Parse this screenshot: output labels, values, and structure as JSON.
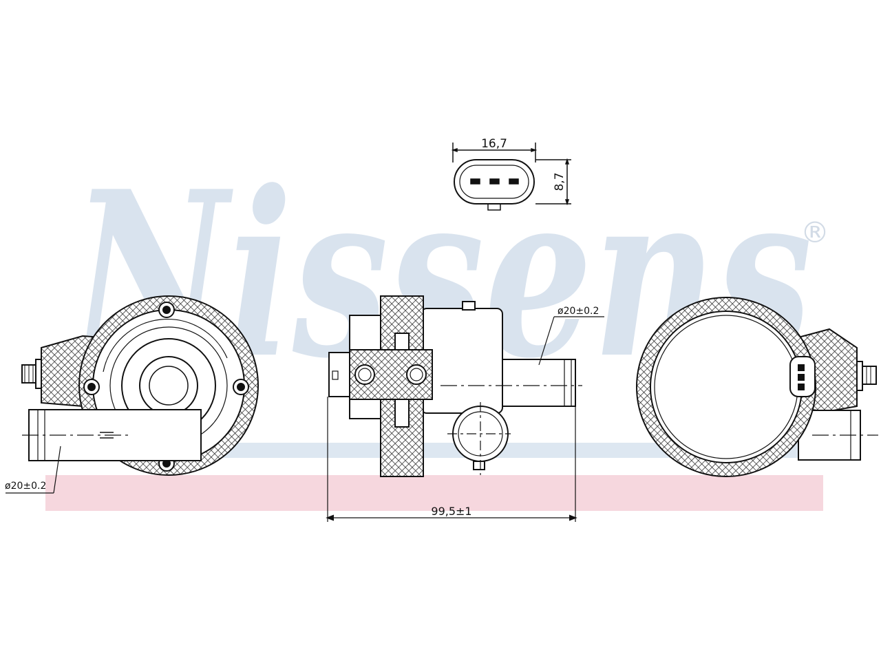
{
  "watermark": {
    "brand": "Nissens",
    "registered_mark": "®",
    "brand_color": "#d9e3ee",
    "band_blue": "#dde7f1",
    "band_pink": "#f6d7de"
  },
  "dimensions": {
    "connector_width": "16,7",
    "connector_height": "8,7",
    "outlet_diameter_side": "ø20±0.2",
    "outlet_diameter_left": "ø20±0.2",
    "overall_length": "99,5±1"
  },
  "colors": {
    "line": "#111111",
    "hatch": "#222222"
  }
}
